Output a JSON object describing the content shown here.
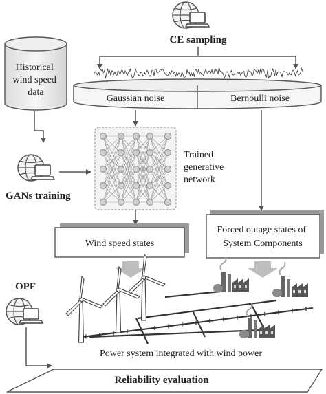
{
  "labels": {
    "ce_sampling": "CE sampling",
    "historical": [
      "Historical",
      "wind speed",
      "data"
    ],
    "gaussian_noise": "Gaussian noise",
    "bernoulli_noise": "Bernoulli noise",
    "trained_network": [
      "Trained",
      "generative",
      "network"
    ],
    "gans_training": "GANs training",
    "wind_speed_states": "Wind speed states",
    "forced_outage": [
      "Forced outage states of",
      "System Components"
    ],
    "opf": "OPF",
    "power_system": "Power system integrated with wind power",
    "reliability": "Reliability evaluation"
  },
  "icons": {
    "ce_sampling_icon": "computer-globe-icon",
    "gans_training_icon": "computer-globe-icon",
    "opf_icon": "computer-globe-icon",
    "database_icon": "database-cylinder-icon",
    "wind_turbine_icon": "wind-turbine-icon",
    "factory_icon": "power-plant-icon"
  },
  "colors": {
    "stroke": "#555555",
    "fill_light": "#f2f2f2",
    "shadow": "#9a9a9a",
    "big_arrow": "#bdbdbd"
  }
}
